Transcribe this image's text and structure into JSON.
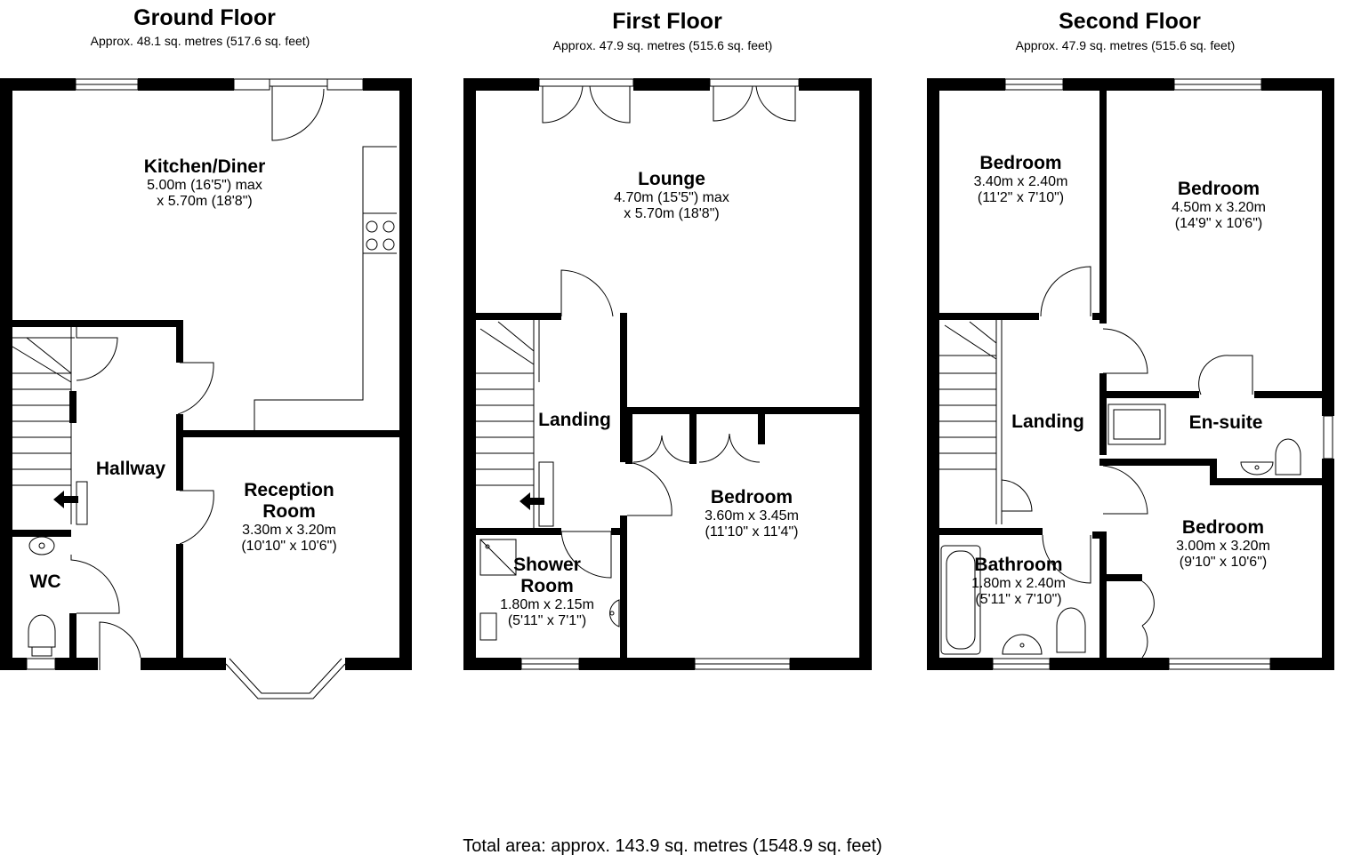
{
  "floors": [
    {
      "title": "Ground Floor",
      "area": "Approx. 48.1 sq. metres (517.6 sq. feet)",
      "rooms": [
        {
          "name": "Kitchen/Diner",
          "dim1": "5.00m (16'5\") max",
          "dim2": "x 5.70m (18'8\")"
        },
        {
          "name": "Hallway"
        },
        {
          "name": "Reception",
          "name2": "Room",
          "dim1": "3.30m x 3.20m",
          "dim2": "(10'10\" x 10'6\")"
        },
        {
          "name": "WC"
        }
      ]
    },
    {
      "title": "First Floor",
      "area": "Approx. 47.9 sq. metres (515.6 sq. feet)",
      "rooms": [
        {
          "name": "Lounge",
          "dim1": "4.70m (15'5\") max",
          "dim2": "x 5.70m (18'8\")"
        },
        {
          "name": "Landing"
        },
        {
          "name": "Bedroom",
          "dim1": "3.60m x 3.45m",
          "dim2": "(11'10\" x 11'4\")"
        },
        {
          "name": "Shower",
          "name2": "Room",
          "dim1": "1.80m x 2.15m",
          "dim2": "(5'11\" x 7'1\")"
        }
      ]
    },
    {
      "title": "Second Floor",
      "area": "Approx. 47.9 sq. metres (515.6 sq. feet)",
      "rooms": [
        {
          "name": "Bedroom",
          "dim1": "3.40m x 2.40m",
          "dim2": "(11'2\" x 7'10\")"
        },
        {
          "name": "Bedroom",
          "dim1": "4.50m x 3.20m",
          "dim2": "(14'9\" x 10'6\")"
        },
        {
          "name": "Landing"
        },
        {
          "name": "En-suite"
        },
        {
          "name": "Bedroom",
          "dim1": "3.00m x 3.20m",
          "dim2": "(9'10\" x 10'6\")"
        },
        {
          "name": "Bathroom",
          "dim1": "1.80m x 2.40m",
          "dim2": "(5'11\" x 7'10\")"
        }
      ]
    }
  ],
  "total_area": "Total area: approx. 143.9 sq. metres (1548.9 sq. feet)"
}
